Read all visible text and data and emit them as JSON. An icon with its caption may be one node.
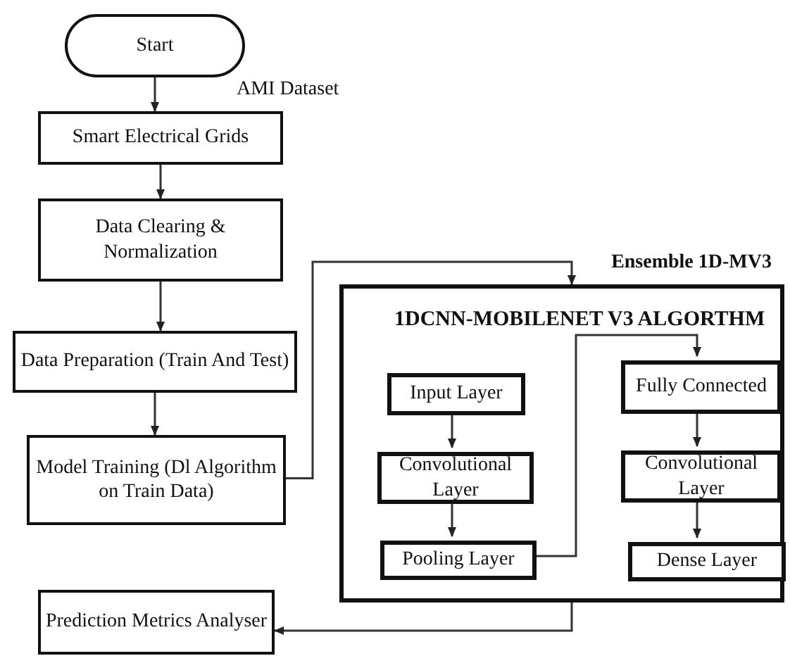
{
  "diagram": {
    "nodes": [
      {
        "text": [
          "Start"
        ]
      },
      {
        "text": [
          "Smart Electrical Grids"
        ]
      },
      {
        "text": [
          "Data Clearing & Normalization"
        ]
      },
      {
        "text": [
          "Data Preparation (Train And Test)"
        ]
      },
      {
        "text": [
          "Model Training (Dl Algorithm on Train Data)"
        ]
      },
      {
        "text": [
          "Ensemble 1D-MV3",
          "1DCNN-MOBILENET V3 ALGORTHM"
        ]
      },
      {
        "text": [
          "Input Layer"
        ],
        "in": 5
      },
      {
        "text": [
          "Convolutional Layer"
        ],
        "in": 5
      },
      {
        "text": [
          "Pooling Layer"
        ],
        "in": 5
      },
      {
        "text": [
          "Fully Connected"
        ],
        "in": 5
      },
      {
        "text": [
          "Convolutional Layer"
        ],
        "in": 5
      },
      {
        "text": [
          "Dense Layer"
        ],
        "in": 5
      },
      {
        "text": [
          "Prediction Metrics Analyser"
        ]
      }
    ],
    "edges": [
      {
        "from": 0,
        "to": 1,
        "arrow": "to"
      },
      {
        "from": 1,
        "to": 2,
        "arrow": "to"
      },
      {
        "from": 2,
        "to": 3,
        "arrow": "to"
      },
      {
        "from": 3,
        "to": 4,
        "arrow": "to"
      },
      {
        "from": 4,
        "to": 5,
        "arrow": "to"
      },
      {
        "from": 6,
        "to": 7,
        "arrow": "to"
      },
      {
        "from": 7,
        "to": 8,
        "arrow": "to"
      },
      {
        "from": 8,
        "to": 9,
        "arrow": "to"
      },
      {
        "from": 9,
        "to": 10,
        "arrow": "to"
      },
      {
        "from": 10,
        "to": 11,
        "arrow": "to"
      },
      {
        "from": 5,
        "to": 12,
        "arrow": "to"
      }
    ],
    "labels": [
      "AMI Dataset"
    ]
  }
}
